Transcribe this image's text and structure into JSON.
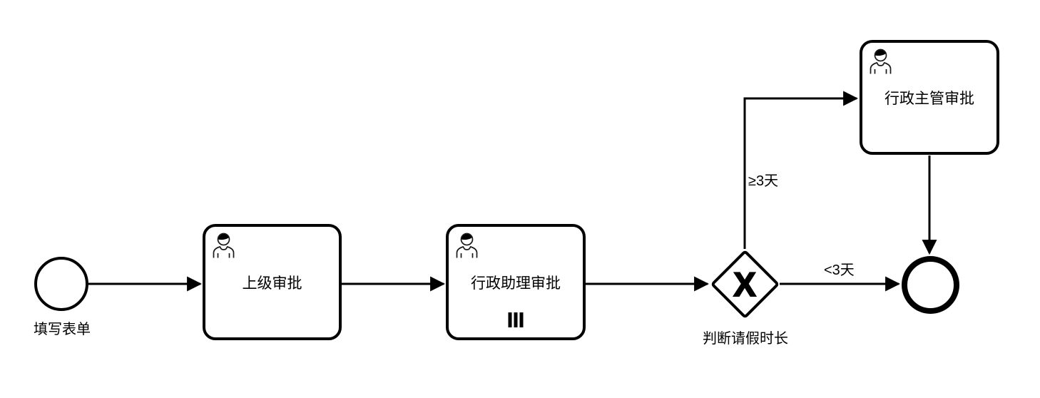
{
  "diagram": {
    "background_color": "#ffffff",
    "line_color": "#000000",
    "start_event": {
      "type": "start-event",
      "label": "填写表单"
    },
    "tasks": {
      "superior": {
        "type": "user-task",
        "label": "上级审批",
        "icon": "user-icon"
      },
      "assistant": {
        "type": "user-task",
        "label": "行政助理审批",
        "icon": "user-icon",
        "marker": "parallel-multi-instance"
      },
      "supervisor": {
        "type": "user-task",
        "label": "行政主管审批",
        "icon": "user-icon"
      }
    },
    "gateway": {
      "type": "exclusive-gateway",
      "symbol": "X",
      "label": "判断请假时长"
    },
    "end_event": {
      "type": "end-event"
    },
    "flows": {
      "start_to_superior": {
        "label": ""
      },
      "superior_to_assistant": {
        "label": ""
      },
      "assistant_to_gateway": {
        "label": ""
      },
      "gateway_to_supervisor": {
        "label": "≥3天"
      },
      "gateway_to_end": {
        "label": "<3天"
      },
      "supervisor_to_end": {
        "label": ""
      }
    }
  }
}
